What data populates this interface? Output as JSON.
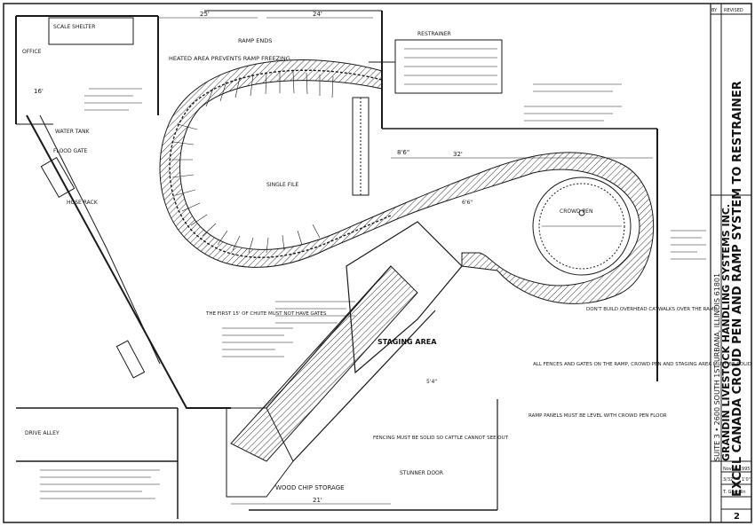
{
  "title_block": {
    "line1": "EXCEL CANADA CROUD PEN AND RAMP SYSTEM TO RESTRAINER",
    "line2": "GRANDIN LIVESTOCK HANDLING SYSTEMS INC.",
    "line3": "SUITE 3 • 2600 SOUTH 1ST URBANA, ILLINOIS 61801",
    "revised_header": "REVISED",
    "by_header": "BY",
    "date": "Nov 2, 1995",
    "scale": "3/32\" = 1'0\"",
    "drawn_by": "T. Grandin",
    "sheet_no": "2"
  },
  "labels": {
    "heated_area": "HEATED AREA PREVENTS RAMP FREEZING",
    "ramp_ends": "RAMP ENDS",
    "staging_area": "STAGING AREA",
    "wood_chip_storage": "WOOD CHIP STORAGE",
    "stunner_door": "STUNNER DOOR",
    "drive_alley": "DRIVE ALLEY",
    "crowd_pen": "CROWD PEN",
    "restrainer": "RESTRAINER",
    "single_file": "SINGLE FILE",
    "water_tank": "WATER TANK",
    "flood_gate": "FLOOD GATE",
    "hose_rack": "HOSE RACK",
    "scale_shelter": "SCALE SHELTER",
    "office": "OFFICE"
  },
  "notes": {
    "note_holding": "ALL FENCES AND GATES ON THE RAMP, CROWD PEN AND STAGING AREA MUST BE SOLID",
    "note_ramp": "RAMP PANELS MUST BE LEVEL WITH CROWD PEN FLOOR",
    "note_cattle": "DON'T BUILD OVERHEAD CATWALKS OVER THE RAMP",
    "note_gate": "THE FIRST 15' OF CHUTE MUST NOT HAVE GATES",
    "note_fencing": "FENCING MUST BE SOLID SO CATTLE CANNOT SEE OUT",
    "dim_25": "25'",
    "dim_24": "24'",
    "dim_32": "32'",
    "dim_8_6": "8'6\"",
    "dim_21": "21'",
    "dim_16": "16'",
    "dim_6_6": "6'6\"",
    "dim_5_4": "5'4\""
  }
}
